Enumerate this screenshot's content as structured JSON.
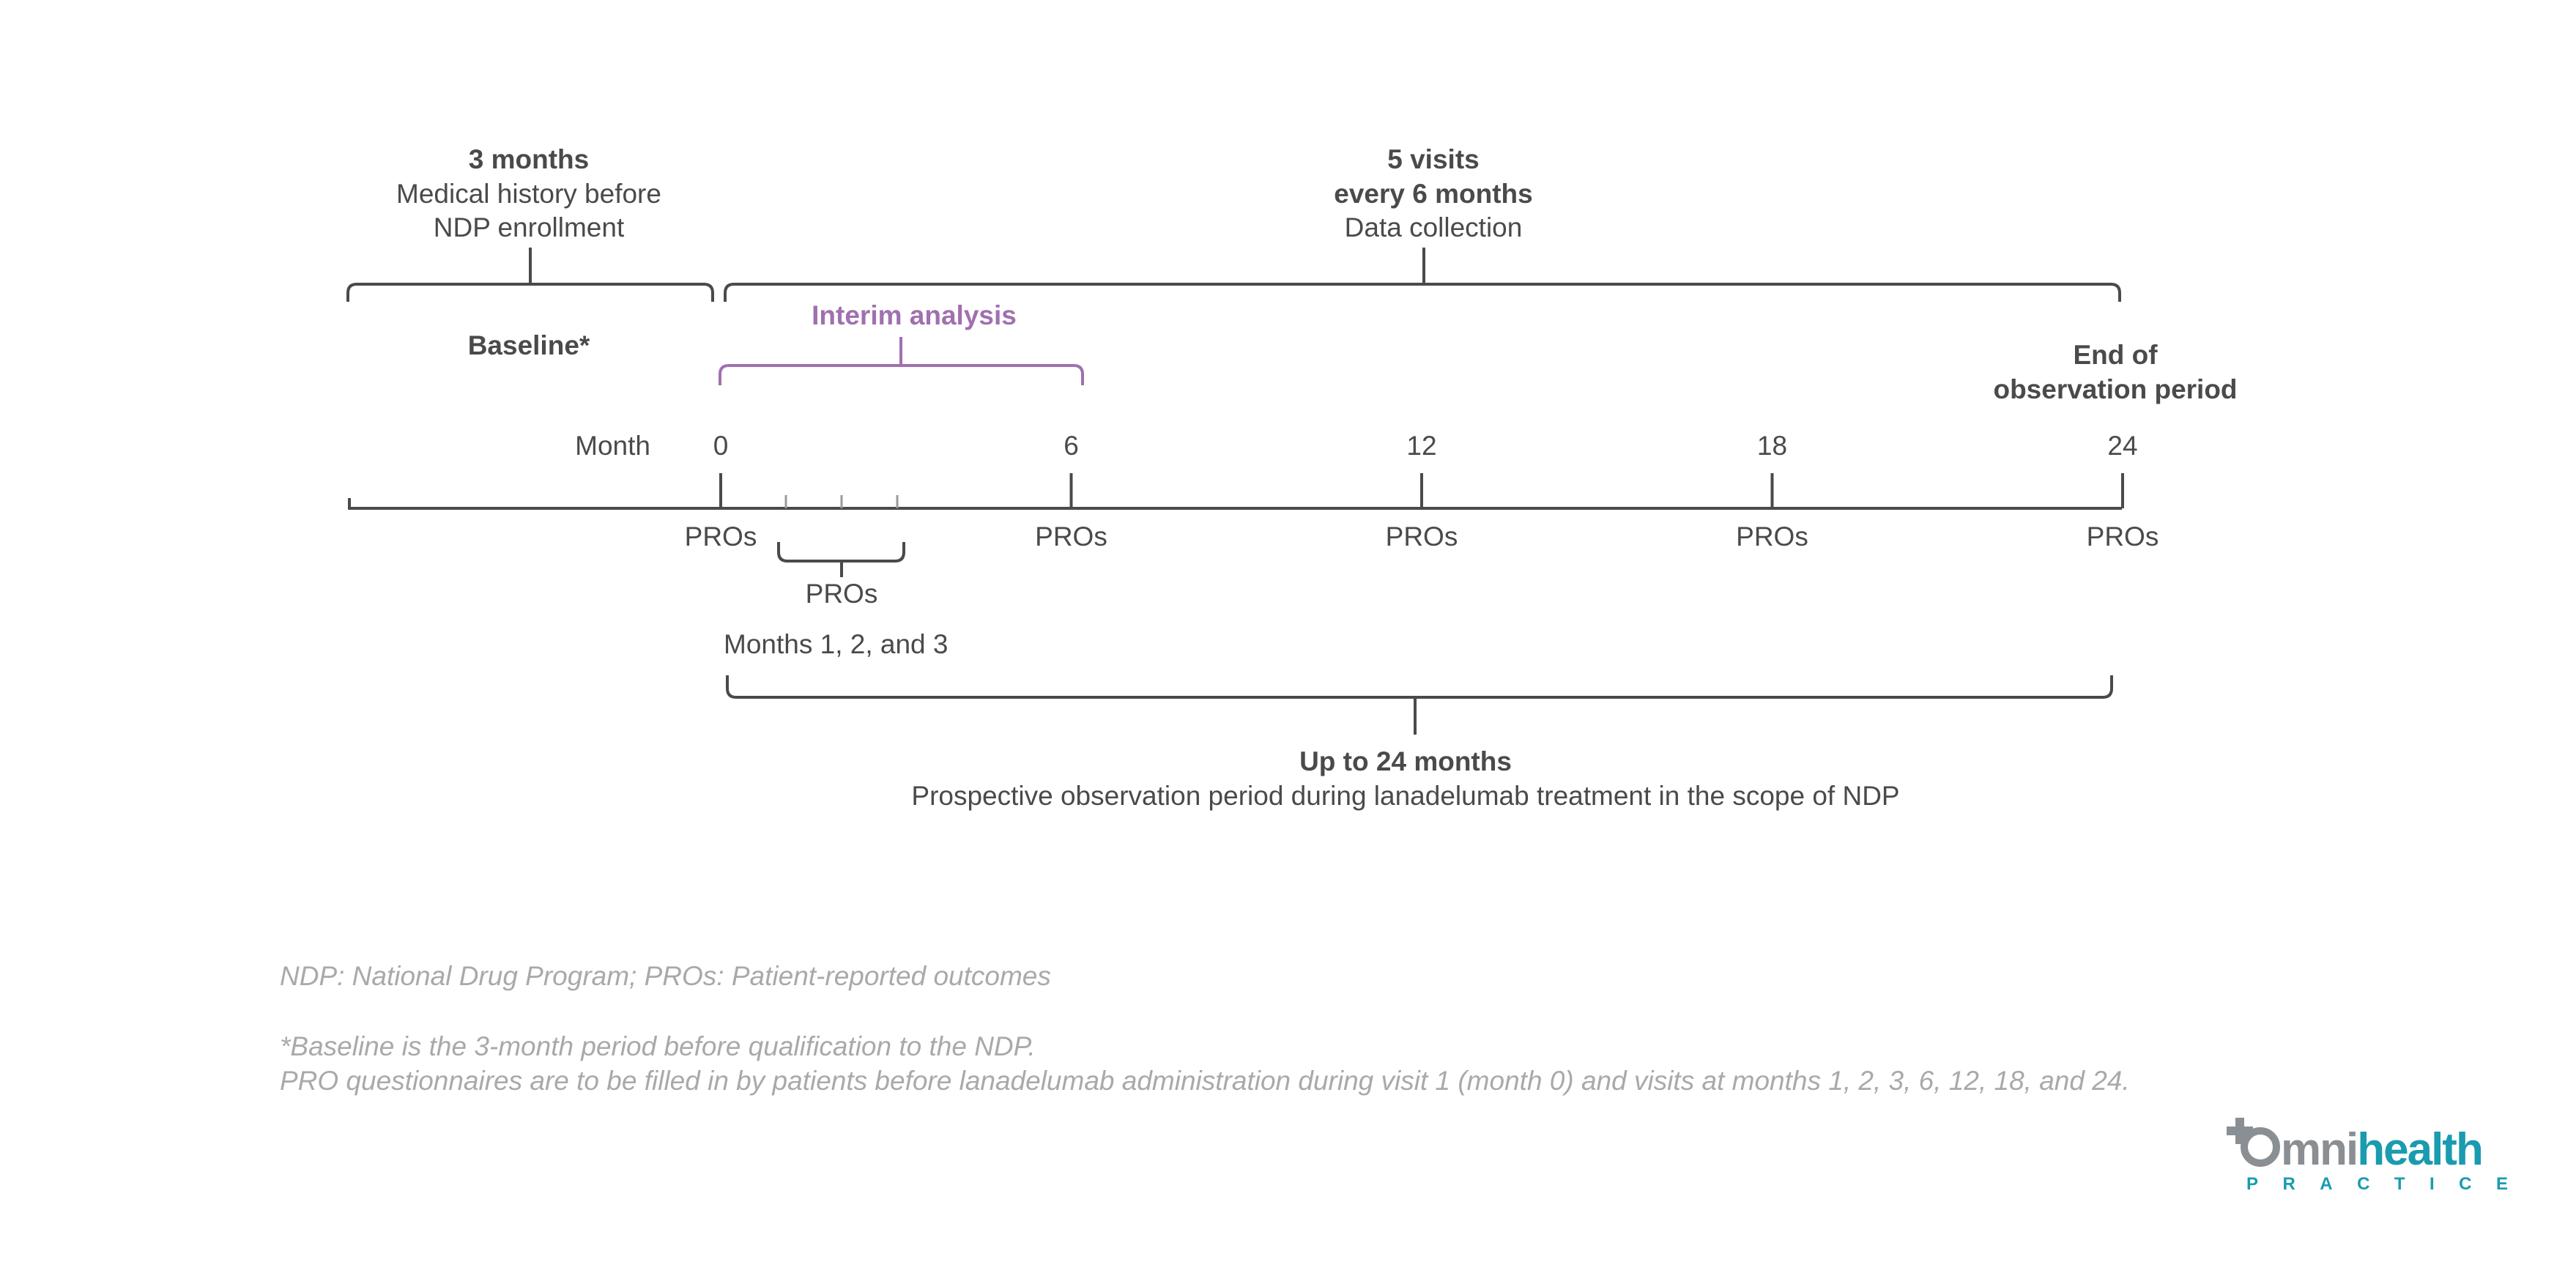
{
  "baseline_period": {
    "title": "3 months",
    "line1": "Medical history before",
    "line2": "NDP enrollment",
    "label": "Baseline*"
  },
  "visits": {
    "title_line1": "5 visits",
    "title_line2": "every 6 months",
    "subtitle": "Data collection"
  },
  "interim": {
    "label": "Interim analysis",
    "color": "#a070b0"
  },
  "end": {
    "line1": "End of",
    "line2": "observation period"
  },
  "timeline": {
    "axis_label": "Month",
    "ticks": [
      "0",
      "6",
      "12",
      "18",
      "24"
    ],
    "pro_label": "PROs",
    "monthly_pro_label": "PROs",
    "monthly_caption": "Months 1, 2, and 3"
  },
  "observation": {
    "title": "Up to 24 months",
    "subtitle": "Prospective observation period during lanadelumab treatment in the scope of NDP"
  },
  "footnotes": {
    "abbrev": "NDP: National Drug Program; PROs: Patient-reported outcomes",
    "baseline_note": "*Baseline is the 3-month period before qualification to the NDP.",
    "pro_note": "PRO questionnaires are to be filled in by patients before lanadelumab administration during visit 1 (month 0) and visits at months 1, 2, 3, 6, 12, 18, and 24."
  },
  "logo": {
    "brand": "omnihealth",
    "brand_part1": "mni",
    "brand_part2": "health",
    "tagline": "PRACTICE",
    "color_gray": "#8a8f94",
    "color_teal": "#1a9bb0"
  }
}
